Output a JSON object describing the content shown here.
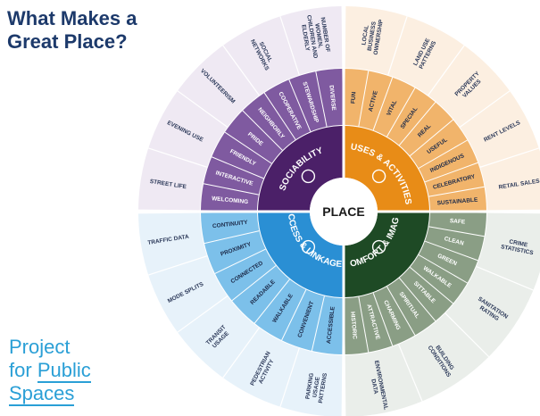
{
  "title": [
    "What Makes a",
    "Great Place?"
  ],
  "center": "PLACE",
  "logo": {
    "line1": "Project",
    "line2_a": "for",
    "line2_b": "Public",
    "line3": "Spaces"
  },
  "colors": {
    "sociability": {
      "dark": "#4b2068",
      "mid": "#7f5aa0",
      "light": "#efe9f3"
    },
    "uses": {
      "dark": "#e88c17",
      "mid": "#f1b46b",
      "light": "#fcefe1"
    },
    "access": {
      "dark": "#2a8fd4",
      "mid": "#7cc0ea",
      "light": "#e7f2fa"
    },
    "comfort": {
      "dark": "#1e4a25",
      "mid": "#8a9e85",
      "light": "#eaeeea"
    }
  },
  "quadrants": [
    {
      "key": "sociability",
      "name": "SOCIABILITY",
      "attributes": [
        "WELCOMING",
        "INTERACTIVE",
        "FRIENDLY",
        "PRIDE",
        "NEIGHBORLY",
        "COOPERATIVE",
        "STEWARDSHIP",
        "DIVERSE"
      ],
      "measurements": [
        "STREET LIFE",
        "EVENING USE",
        "VOLUNTEERISM",
        "SOCIAL NETWORKS",
        "NUMBER OF WOMEN, CHILDREN AND ELDERLY"
      ]
    },
    {
      "key": "uses",
      "name": "USES & ACTIVITIES",
      "attributes": [
        "FUN",
        "ACTIVE",
        "VITAL",
        "SPECIAL",
        "REAL",
        "USEFUL",
        "INDIGENOUS",
        "CELEBRATORY",
        "SUSTAINABLE"
      ],
      "measurements": [
        "LOCAL BUSINESS OWNERSHIP",
        "LAND USE PATTERNS",
        "PROPERTY VALUES",
        "RENT LEVELS",
        "RETAIL SALES"
      ]
    },
    {
      "key": "comfort",
      "name": "COMFORT & IMAGE",
      "attributes": [
        "SAFE",
        "CLEAN",
        "GREEN",
        "WALKABLE",
        "SITTABLE",
        "SPIRITUAL",
        "CHARMING",
        "ATTRACTIVE",
        "HISTORIC"
      ],
      "measurements": [
        "CRIME STATISTICS",
        "SANITATION RATING",
        "BUILDING CONDITIONS",
        "ENVIRONMENTAL DATA"
      ]
    },
    {
      "key": "access",
      "name": "ACCESS & LINKAGES",
      "attributes": [
        "ACCESSIBLE",
        "CONVENIENT",
        "WALKABLE",
        "READABLE",
        "CONNECTED",
        "PROXIMITY",
        "CONTINUITY"
      ],
      "measurements": [
        "PARKING USAGE PATTERNS",
        "PEDESTRIAN ACTIVITY",
        "TRANSIT USAGE",
        "MODE SPLITS",
        "TRAFFIC DATA"
      ]
    }
  ]
}
